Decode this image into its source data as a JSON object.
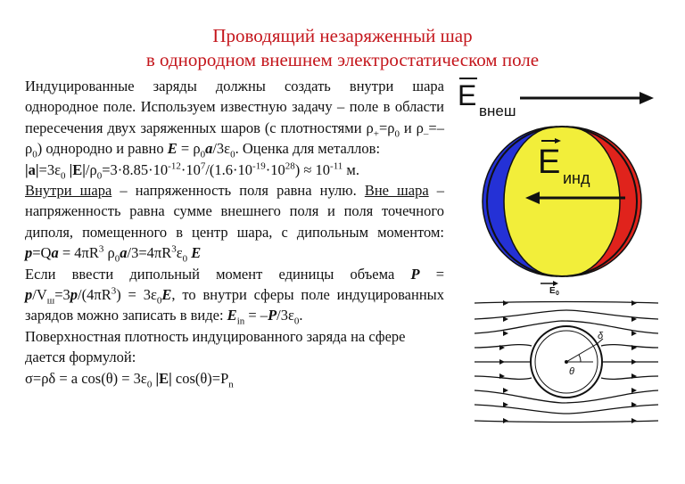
{
  "title": {
    "line1": "Проводящий незаряженный шар",
    "line2": "в однородном внешнем электростатическом поле"
  },
  "para1": {
    "lead": "Индуцированные заряды должны создать внутри шара однородное поле. Используем известную задачу – поле в области пересечения двух заряженных шаров (с плотностями ρ",
    "plus_sub": "+",
    "eq1": "=ρ",
    "zero1": "0",
    "and": " и ρ",
    "minus_sub": "–",
    "eq2": "=–ρ",
    "zero2": "0",
    "tail": ") однородно и равно ",
    "E": "E",
    "eq3": " = ρ",
    "zero3": "0",
    "a": "a",
    "div": "/3ε",
    "zero4": "0",
    "estimate": ". Оценка для металлов:"
  },
  "estimate": {
    "abs_a": "|a|",
    "p1": "=3ε",
    "z1": "0",
    "abs_E": " |E|",
    "p2": "/ρ",
    "z2": "0",
    "p3": "=3·8.85·10",
    "e1": "-12",
    "p4": "·10",
    "e2": "7",
    "p5": "/(1.6·10",
    "e3": "-19",
    "p6": "·10",
    "e4": "28",
    "p7": ") ≈ 10",
    "e5": "-11",
    "p8": " м."
  },
  "para2": {
    "inside": "Внутри шара",
    "inside_text": " – напряженность поля равна нулю. ",
    "outside": "Вне шара",
    "outside_text": " – напряженность равна сумме внешнего поля и поля точечного диполя, помещенного в центр шара, с дипольным моментом: ",
    "p": "p",
    "eq1": "=Q",
    "a": "a",
    "eq2": " = 4πR",
    "cube1": "3",
    "rho": " ρ",
    "zero1": "0",
    "a2": "a",
    "eq3": "/3=4πR",
    "cube2": "3",
    "eps": "ε",
    "zero2": "0",
    "E": " E"
  },
  "para3": {
    "lead": "Если ввести дипольный момент единицы объема ",
    "P": "P",
    "eq1": " = ",
    "p": "p",
    "slash": "/V",
    "sub_sh": "ш",
    "eq2": "=3",
    "p2": "p",
    "eq3": "/(4πR",
    "cube": "3",
    "eq4": ") = 3ε",
    "zero": "0",
    "E": "E",
    "tail": ",  то  внутри  сферы  поле  индуцированных  зарядов  можно  записать  в  виде: ",
    "Ein": "E",
    "in": "in",
    "eq5": " = –",
    "P2": "P",
    "eq6": "/3ε",
    "zero2": "0",
    "dot": "."
  },
  "para4": {
    "line": "Поверхностная плотность индуцированного заряда на сфере дается формулой:",
    "formula": "σ=ρδ = a cos(θ) = 3ε",
    "zero": "0",
    "absE": " |E|",
    "cos": " cos(θ)=P",
    "sub_n": "n"
  },
  "figure_sphere": {
    "E_ext": "E",
    "ext_sub": "внеш",
    "E_ind": "E",
    "ind_sub": "инд"
  },
  "figure_field": {
    "E0": "E",
    "E0_sub": "0",
    "delta": "δ",
    "theta": "θ"
  },
  "colors": {
    "title": "#c4161c",
    "sphere_fill": "#f2ee3a",
    "positive": "#e0231c",
    "negative": "#2431d6"
  }
}
